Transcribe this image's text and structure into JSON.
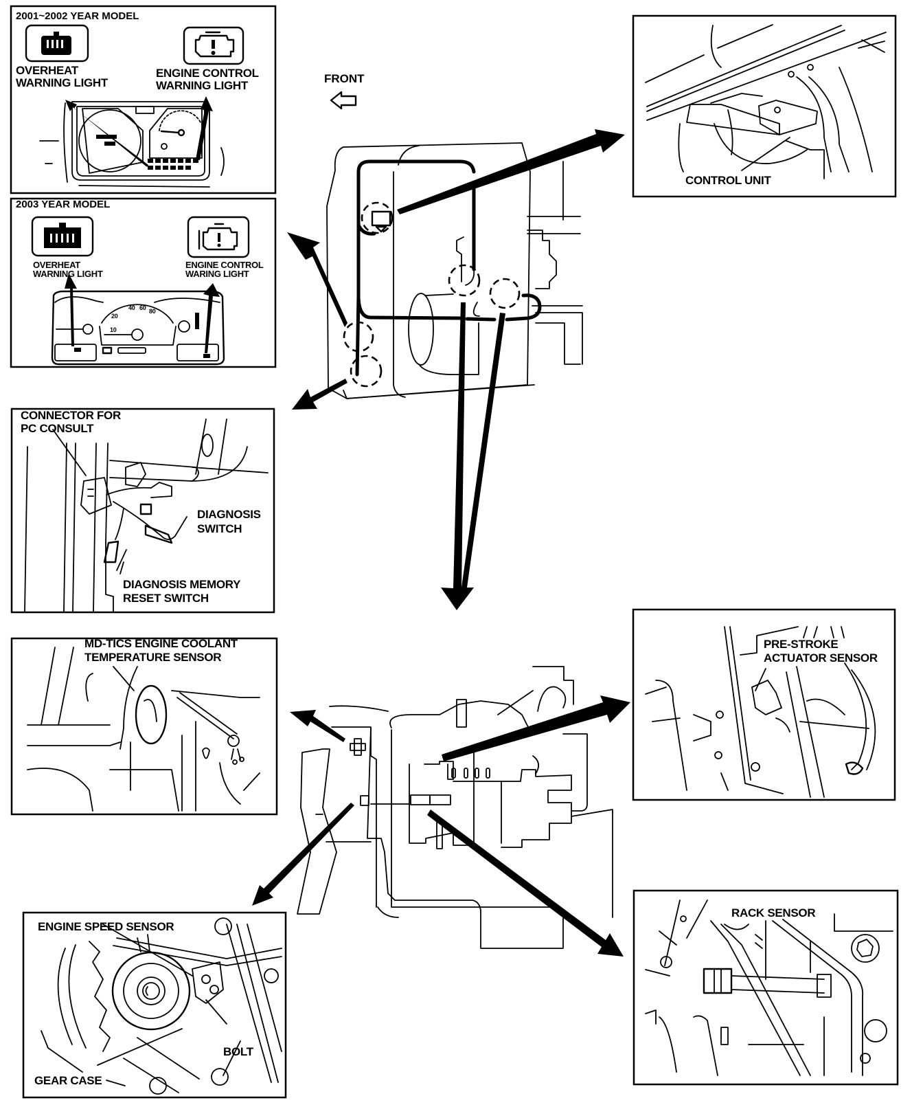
{
  "diagram": {
    "front_label": "FRONT",
    "panels": {
      "model_2001_2002": {
        "heading": "2001~2002 YEAR MODEL",
        "overheat_label": [
          "OVERHEAT",
          "WARNING LIGHT"
        ],
        "engine_control_label": [
          "ENGINE CONTROL",
          "WARNING LIGHT"
        ]
      },
      "model_2003": {
        "heading": "2003 YEAR MODEL",
        "overheat_label": [
          "OVERHEAT",
          "WARNING LIGHT"
        ],
        "engine_control_label": [
          "ENGINE CONTROL",
          "WARING LIGHT"
        ],
        "speedo_ticks": [
          "10",
          "20",
          "40",
          "60",
          "80"
        ]
      },
      "control_unit": {
        "label": "CONTROL UNIT"
      },
      "connector": {
        "connector_label": [
          "CONNECTOR FOR",
          "PC CONSULT"
        ],
        "diagnosis_switch_label": [
          "DIAGNOSIS",
          "SWITCH"
        ],
        "memory_reset_label": [
          "DIAGNOSIS MEMORY",
          "RESET SWITCH"
        ]
      },
      "coolant_sensor": {
        "label": [
          "MD-TICS ENGINE COOLANT",
          "TEMPERATURE SENSOR"
        ]
      },
      "prestroke_sensor": {
        "label": [
          "PRE-STROKE",
          "ACTUATOR SENSOR"
        ]
      },
      "engine_speed_sensor": {
        "label": "ENGINE SPEED SENSOR",
        "bolt_label": "BOLT",
        "gear_case_label": "GEAR CASE"
      },
      "rack_sensor": {
        "label": "RACK SENSOR"
      }
    }
  }
}
